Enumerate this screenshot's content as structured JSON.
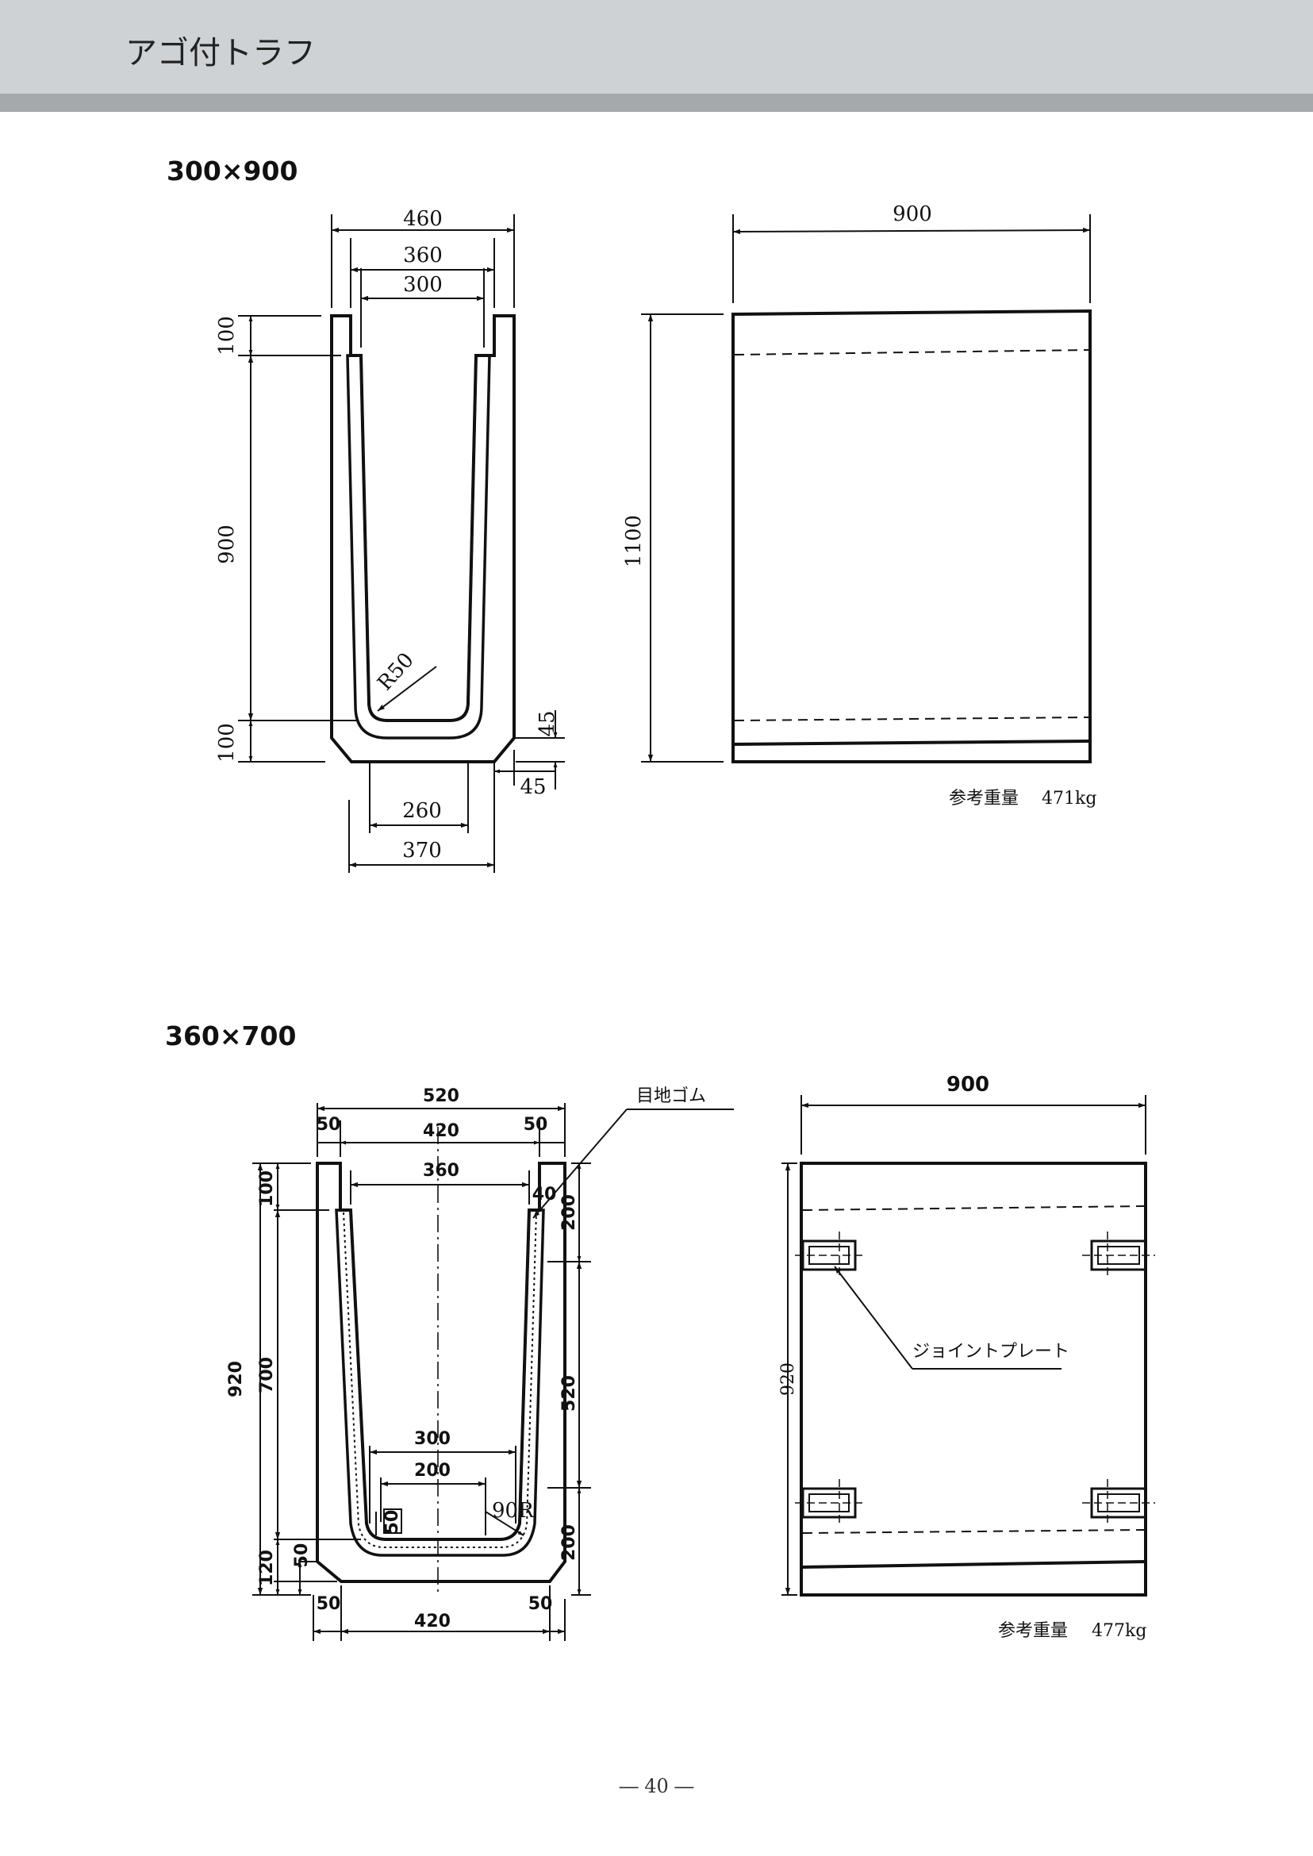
{
  "header": {
    "title": "アゴ付トラフ"
  },
  "section1": {
    "title": "300×900",
    "front": {
      "top_widths": [
        "460",
        "360",
        "300"
      ],
      "left_heights": [
        "100",
        "900",
        "100"
      ],
      "radius": "R50",
      "chamfer_h": "45",
      "chamfer_w": "45",
      "bottom_widths": [
        "260",
        "370"
      ]
    },
    "side": {
      "length": "900",
      "height": "1100",
      "weight_label": "参考重量",
      "weight": "471kg"
    }
  },
  "section2": {
    "title": "360×700",
    "front": {
      "top_widths": [
        "520",
        "420",
        "360"
      ],
      "flange_w_left": "50",
      "flange_w_right": "50",
      "wall_t": "40",
      "joint_rubber": "目地ゴム",
      "left_heights": [
        "920",
        "100",
        "700",
        "120",
        "50"
      ],
      "right_heights": [
        "200",
        "520",
        "200"
      ],
      "inner_widths": [
        "300",
        "200"
      ],
      "inner_small": "50",
      "radius": "90R",
      "bottom_widths": [
        "50",
        "420",
        "50"
      ]
    },
    "side": {
      "length": "900",
      "height": "920",
      "joint_plate": "ジョイントプレート",
      "weight_label": "参考重量",
      "weight": "477kg"
    }
  },
  "page_number": "― 40 ―"
}
